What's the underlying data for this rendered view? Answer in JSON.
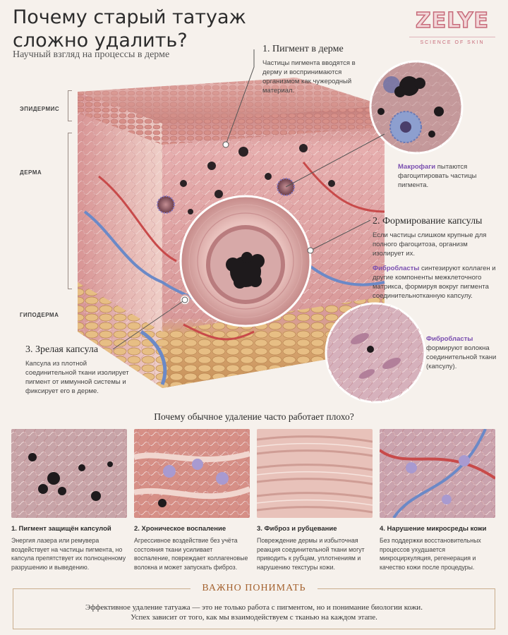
{
  "header": {
    "title": "Почему старый татуаж сложно удалить?",
    "subtitle": "Научный взгляд на процессы в дерме"
  },
  "brand": {
    "name": "ZELYE",
    "tagline": "SCIENCE OF SKIN",
    "color": "#c76b7a"
  },
  "layers": [
    {
      "label": "ЭПИДЕРМИС"
    },
    {
      "label": "ДЕРМА"
    },
    {
      "label": "ГИПОДЕРМА"
    }
  ],
  "callouts": {
    "pigment": {
      "title": "1. Пигмент в дерме",
      "text": "Частицы пигмента вводятся в дерму и воспринимаются организмом как чужеродный материал."
    },
    "macrophages": {
      "highlight": "Макрофаги",
      "text": " пытаются фагоцитировать частицы пигмента."
    },
    "capsule": {
      "title": "2. Формирование капсулы",
      "text": "Если частицы слишком крупные для полного фагоцитоза, организм изолирует их.",
      "highlight": "Фибробласты",
      "text2": " синтезируют коллаген и другие компоненты межклеточного матрикса, формируя вокруг пигмента соединительнотканную капсулу."
    },
    "fibroblasts": {
      "highlight": "Фибробласты",
      "text": " формируют волокна соединительной ткани (капсулу)."
    },
    "mature": {
      "title": "3. Зрелая капсула",
      "text": "Капсула из плотной соединительной ткани изолирует пигмент от иммунной системы и фиксирует его в дерме."
    }
  },
  "problems": {
    "title": "Почему обычное удаление часто работает плохо?",
    "items": [
      {
        "title": "1. Пигмент защищён капсулой",
        "text": "Энергия лазера или ремувера воздействует на частицы пигмента, но капсула препятствует их полноценному разрушению и выведению."
      },
      {
        "title": "2. Хроническое воспаление",
        "text": "Агрессивное воздействие без учёта состояния ткани усиливает воспаление, повреждает коллагеновые волокна и может запускать фиброз."
      },
      {
        "title": "3. Фиброз и рубцевание",
        "text": "Повреждение дермы и избыточная реакция соединительной ткани могут приводить к рубцам, уплотнениям и нарушению текстуры кожи."
      },
      {
        "title": "4. Нарушение микросреды кожи",
        "text": "Без поддержки восстановительных процессов ухудшается микроциркуляция, регенерация и качество кожи после процедуры."
      }
    ]
  },
  "important": {
    "title": "ВАЖНО ПОНИМАТЬ",
    "line1": "Эффективное удаление татуажа — это не только работа с пигментом, но и понимание биологии кожи.",
    "line2": "Успех зависит от того, как мы взаимодействуем с тканью на каждом этапе."
  },
  "colors": {
    "accent": "#7a4fb0",
    "important": "#a4622f",
    "background": "#f6f1ec"
  }
}
